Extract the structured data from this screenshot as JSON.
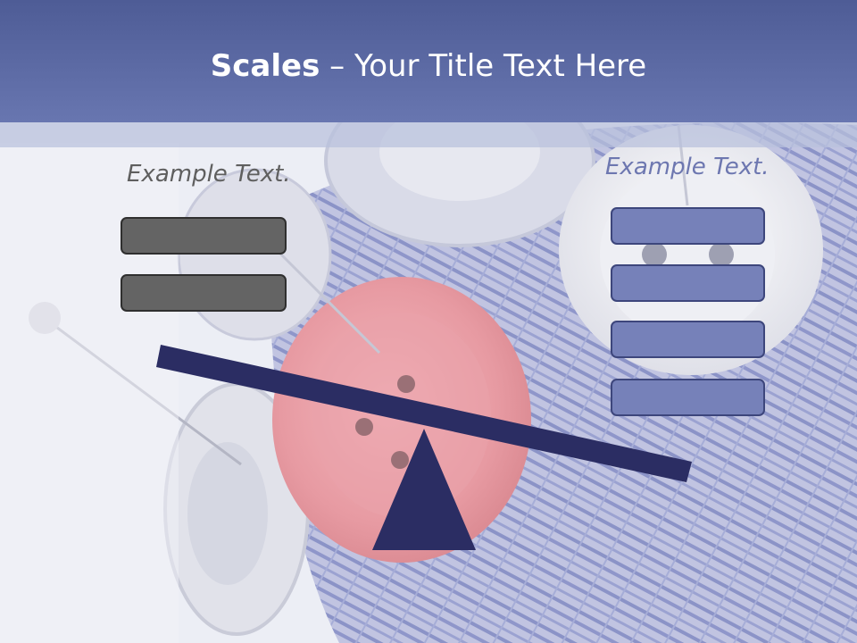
{
  "slide": {
    "title_bold": "Scales",
    "title_rest": " – Your Title Text Here"
  },
  "left_group": {
    "label": "Example Text.",
    "boxes": 2
  },
  "right_group": {
    "label": "Example Text.",
    "boxes": 4
  },
  "colors": {
    "header": "#5a68a3",
    "beam": "#2b2d63",
    "fulcrum": "#2b2d63",
    "left_box_fill": "#646464",
    "right_box_fill": "#7681b9",
    "right_label": "#6d77b0",
    "left_label": "#5f5f5f"
  },
  "background_image": "sewing buttons, pins and blue thread"
}
